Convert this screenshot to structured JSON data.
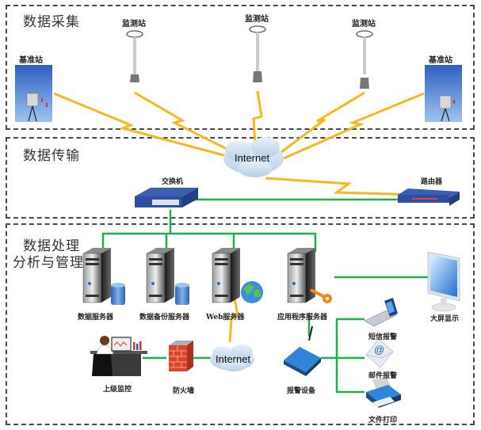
{
  "diagram": {
    "sections": [
      {
        "id": "collection",
        "title": "数据采集"
      },
      {
        "id": "transmission",
        "title": "数据传输"
      },
      {
        "id": "processing",
        "title_line1": "数据处理",
        "title_line2": "分析与管理"
      }
    ],
    "collection": {
      "base_station_label": "基准站",
      "monitor_station_label": "监测站"
    },
    "transmission": {
      "internet_label": "Internet",
      "switch_label": "交换机",
      "router_label": "路由器"
    },
    "processing": {
      "servers": [
        {
          "label": "数据服务器"
        },
        {
          "label": "数据备份服务器"
        },
        {
          "label": "Web服务器"
        },
        {
          "label": "应用程序服务器"
        }
      ],
      "display_label": "大屏显示",
      "monitor_label": "上级监控",
      "firewall_label": "防火墙",
      "internet_label": "Internet",
      "alarm_device_label": "报警设备",
      "alarm_outputs": [
        {
          "label": "短信报警"
        },
        {
          "label": "邮件报警"
        },
        {
          "label": "文件打印"
        }
      ]
    },
    "colors": {
      "link_green": "#1fae4a",
      "wireless_yellow": "#f5b820",
      "border_gray": "#4a4a4a",
      "switch_blue": "#2d4f9e"
    }
  }
}
